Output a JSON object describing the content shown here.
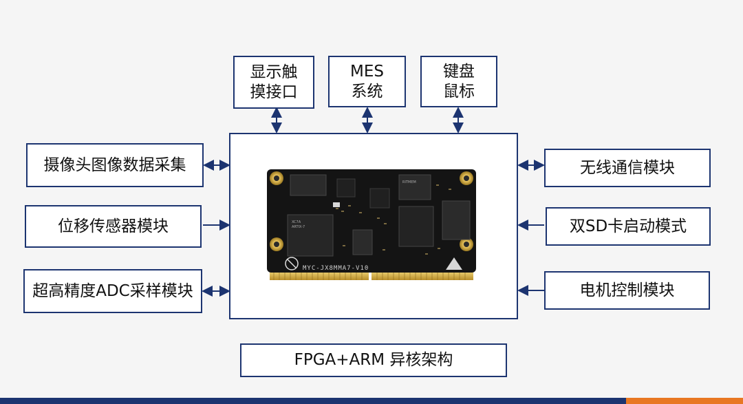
{
  "top_modules": [
    {
      "lines": [
        "显示触",
        "摸接口"
      ]
    },
    {
      "lines": [
        "MES",
        "系统"
      ]
    },
    {
      "lines": [
        "键盘",
        "鼠标"
      ]
    }
  ],
  "left_modules": [
    "摄像头图像数据采集",
    "位移传感器模块",
    "超高精度ADC采样模块"
  ],
  "right_modules": [
    "无线通信模块",
    "双SD卡启动模式",
    "电机控制模块"
  ],
  "bottom_label": "FPGA+ARM 异核架构",
  "board": {
    "marking": "MYC-JX8MMA7-V10",
    "chip_labels": [
      "XC7A",
      "ARTIX-7",
      "RITMEM"
    ]
  },
  "colors": {
    "border": "#1c3470",
    "footer_blue": "#1c3470",
    "footer_orange": "#e87722"
  }
}
